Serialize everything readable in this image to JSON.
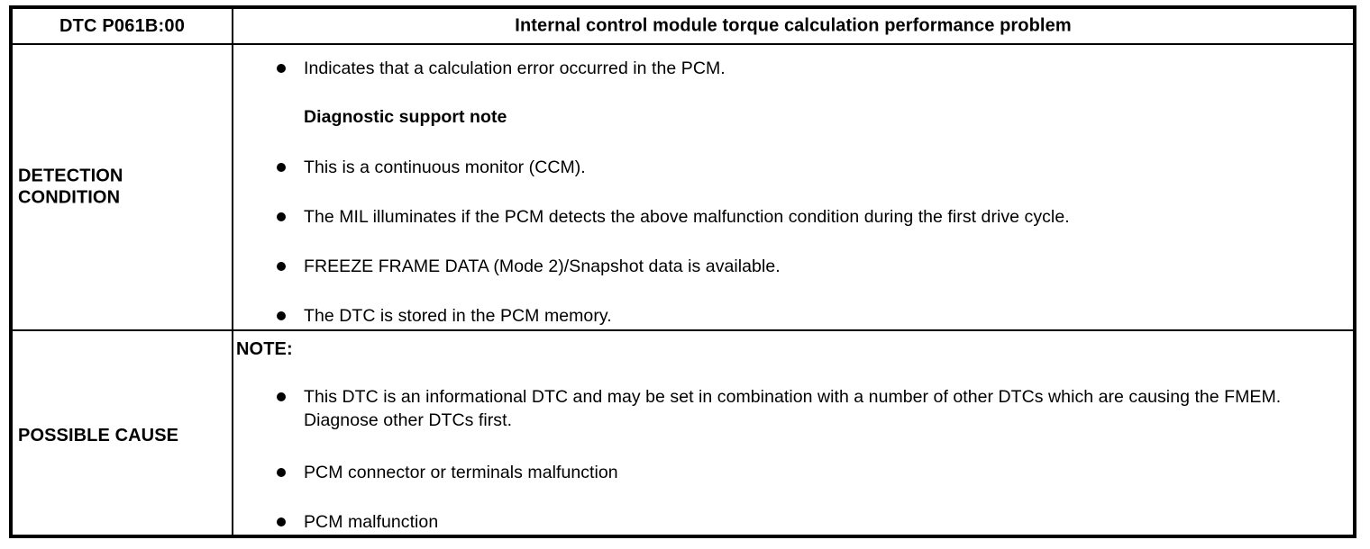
{
  "table": {
    "header": {
      "dtc_code": "DTC P061B:00",
      "title": "Internal control module torque calculation performance problem"
    },
    "rows": [
      {
        "label": "DETECTION\nCONDITION",
        "label_line1": "DETECTION",
        "label_line2": "CONDITION",
        "items": [
          {
            "type": "bullet",
            "text": "Indicates that a calculation error occurred in the PCM."
          },
          {
            "type": "bold",
            "text": "Diagnostic support note"
          },
          {
            "type": "bullet",
            "text": "This is a continuous monitor (CCM)."
          },
          {
            "type": "bullet",
            "text": "The MIL illuminates if the PCM detects the above malfunction condition during the first drive cycle."
          },
          {
            "type": "bullet",
            "text": "FREEZE FRAME DATA (Mode 2)/Snapshot data is available."
          },
          {
            "type": "bullet",
            "text": "The DTC is stored in the PCM memory."
          }
        ]
      },
      {
        "label": "POSSIBLE CAUSE",
        "note_heading": "NOTE:",
        "items": [
          {
            "type": "bullet",
            "text": "This DTC is an informational DTC and may be set in combination with a number of other DTCs which are causing the FMEM. Diagnose other DTCs first."
          },
          {
            "type": "bullet",
            "text": "PCM connector or terminals malfunction"
          },
          {
            "type": "bullet",
            "text": "PCM malfunction"
          }
        ]
      }
    ]
  },
  "colors": {
    "border": "#000000",
    "text": "#000000",
    "background": "#ffffff"
  }
}
